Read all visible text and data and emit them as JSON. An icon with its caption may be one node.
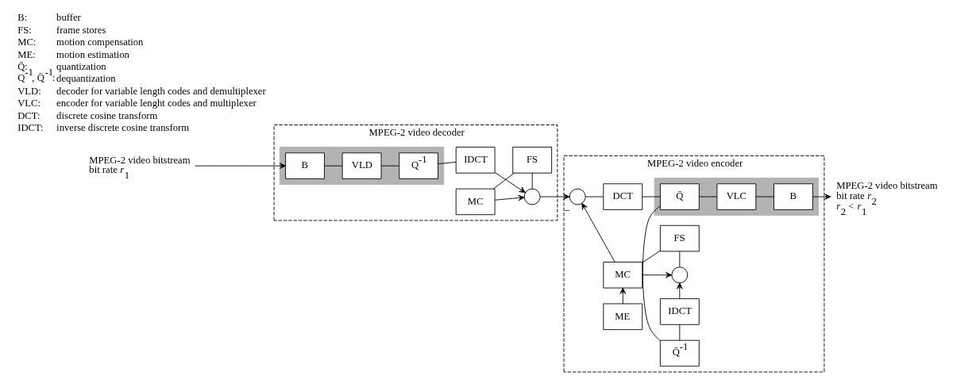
{
  "diagram": {
    "nodes": [
      {
        "text": [
          "MPEG-2 video decoder"
        ]
      },
      {
        "text": [],
        "shape": "box",
        "in": 0
      },
      {
        "text": [
          "B"
        ],
        "in": 1
      },
      {
        "text": [
          "VLD"
        ],
        "in": 1
      },
      {
        "text": [
          "Q$^{-1}$"
        ],
        "in": 1
      },
      {
        "text": [
          "IDCT"
        ],
        "in": 0
      },
      {
        "text": [],
        "shape": "circle",
        "in": 0
      },
      {
        "text": [
          "MC"
        ],
        "in": 0
      },
      {
        "text": [
          "FS"
        ],
        "in": 0
      },
      {
        "text": [
          "MPEG-2 video encoder"
        ]
      },
      {
        "text": [],
        "shape": "circle",
        "in": 9,
        "beside": [
          "–"
        ]
      },
      {
        "text": [
          "DCT"
        ],
        "in": 9
      },
      {
        "text": [],
        "shape": "box",
        "in": 9
      },
      {
        "text": [
          "Q̄"
        ],
        "in": 12
      },
      {
        "text": [
          "VLC"
        ],
        "in": 12
      },
      {
        "text": [
          "B"
        ],
        "in": 12
      },
      {
        "text": [
          "Q̄$^{-1}$"
        ],
        "in": 9
      },
      {
        "text": [
          "IDCT"
        ],
        "in": 9
      },
      {
        "text": [],
        "shape": "circle",
        "in": 9
      },
      {
        "text": [
          "MC"
        ],
        "in": 9
      },
      {
        "text": [
          "FS"
        ],
        "in": 9
      },
      {
        "text": [
          "ME"
        ],
        "in": 9
      },
      {
        "text": [
          "MPEG-2 video bitstream",
          "bit rate *r*$_{1}$"
        ]
      },
      {
        "text": [
          "MPEG-2 video bitstream",
          "bit rate *r*$_{2}$",
          "*r*$_{2}$ < *r*$_{1}$"
        ]
      }
    ],
    "edges": [
      {
        "from": 22,
        "to": 2,
        "arrow": "to"
      },
      {
        "from": 2,
        "to": 3,
        "arrow": "none"
      },
      {
        "from": 3,
        "to": 4,
        "arrow": "none"
      },
      {
        "from": 4,
        "to": 5,
        "arrow": "none"
      },
      {
        "from": 5,
        "to": 6,
        "arrow": "to"
      },
      {
        "from": 6,
        "to": 8,
        "arrow": "none"
      },
      {
        "from": 8,
        "to": 7,
        "arrow": "none"
      },
      {
        "from": 7,
        "to": 6,
        "arrow": "to"
      },
      {
        "from": 6,
        "to": 10,
        "arrow": "to"
      },
      {
        "from": 10,
        "to": 11,
        "arrow": "none"
      },
      {
        "from": 11,
        "to": 13,
        "arrow": "none"
      },
      {
        "from": 13,
        "to": 14,
        "arrow": "none"
      },
      {
        "from": 14,
        "to": 15,
        "arrow": "none"
      },
      {
        "from": 15,
        "to": 23,
        "arrow": "to"
      },
      {
        "from": 13,
        "to": 16,
        "arrow": "none"
      },
      {
        "from": 16,
        "to": 17,
        "arrow": "none"
      },
      {
        "from": 17,
        "to": 18,
        "arrow": "to"
      },
      {
        "from": 18,
        "to": 20,
        "arrow": "none"
      },
      {
        "from": 20,
        "to": 19,
        "arrow": "none"
      },
      {
        "from": 19,
        "to": 10,
        "arrow": "to"
      },
      {
        "from": 19,
        "to": 18,
        "arrow": "to"
      },
      {
        "from": 21,
        "to": 19,
        "arrow": "to"
      }
    ],
    "labels": [
      "B:",
      "buffer",
      "FS:",
      "frame stores",
      "MC:",
      "motion compensation",
      "ME:",
      "motion estimation",
      "Q̄:",
      "quantization",
      "Q$^{-1}$, Q̄$^{-1}$:",
      "dequantization",
      "VLD:",
      "decoder for variable length codes and demultiplexer",
      "VLC:",
      "encoder for variable lenght codes and multiplexer",
      "DCT:",
      "discrete cosine transform",
      "IDCT:",
      "inverse discrete cosine transform"
    ]
  }
}
